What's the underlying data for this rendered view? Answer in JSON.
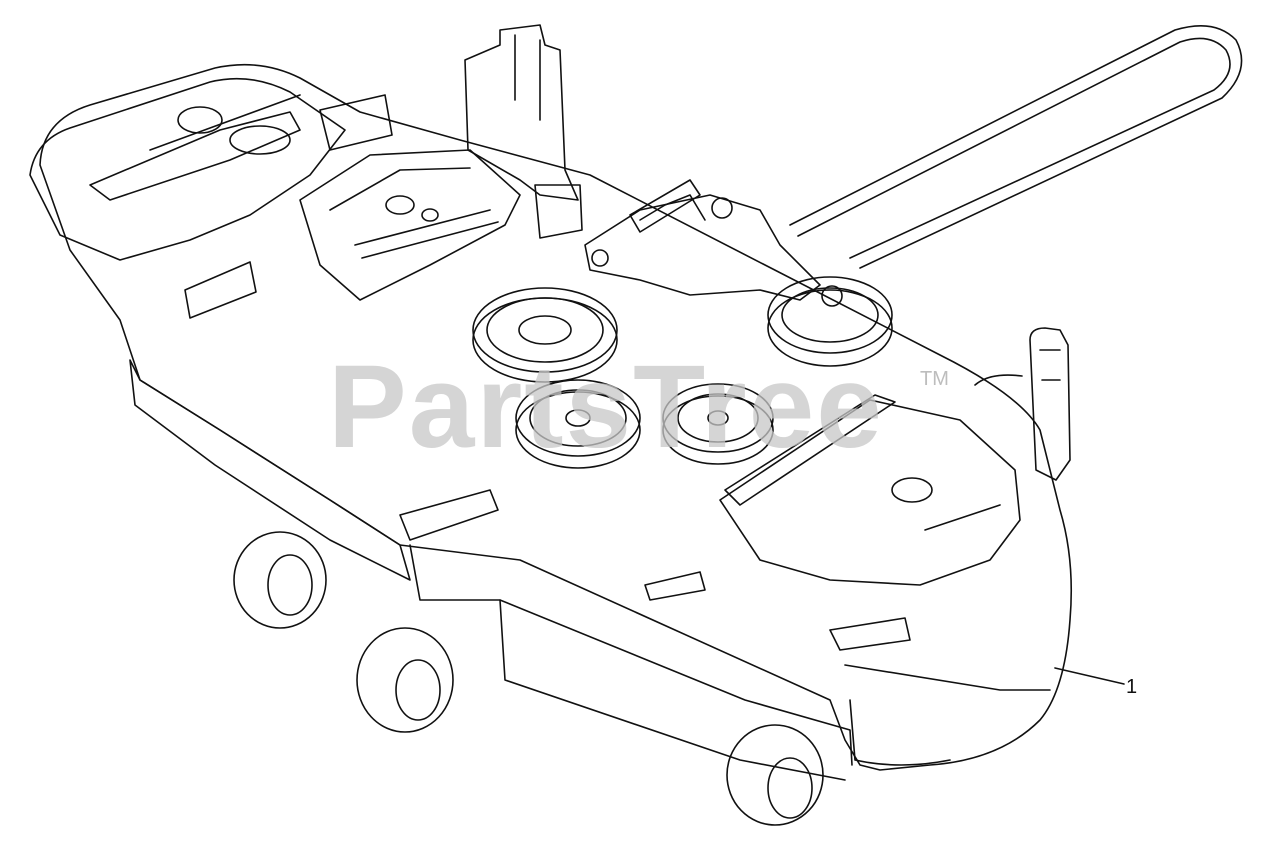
{
  "watermark": {
    "brand": "PartsTree",
    "trademark": "TM"
  },
  "callouts": [
    {
      "label": "1"
    }
  ],
  "colors": {
    "line": "#111111",
    "watermark": "#c8c8c8",
    "background": "#ffffff"
  }
}
